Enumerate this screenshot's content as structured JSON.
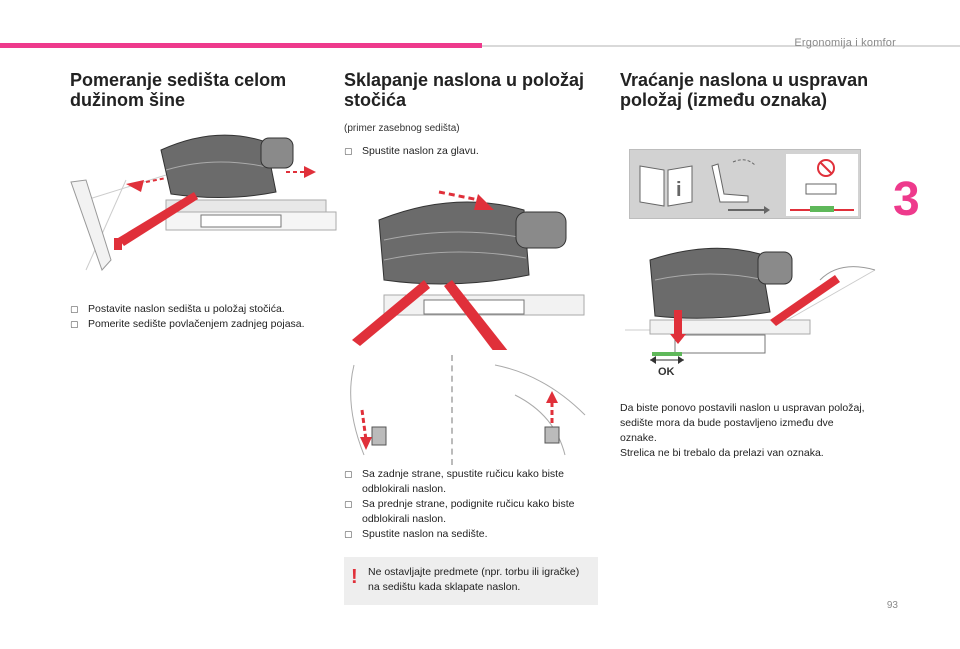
{
  "header": {
    "section_label": "Ergonomija i komfor",
    "chapter_number": "3",
    "page_number": "93"
  },
  "colors": {
    "accent": "#ee3a8c",
    "arrow_red": "#e0303a",
    "indicator_green": "#5fb85a"
  },
  "col1": {
    "title": "Pomeranje sedišta celom dužinom šine",
    "bullets": [
      "Postavite naslon sedišta u položaj stočića.",
      "Pomerite sedište povlačenjem zadnjeg pojasa."
    ]
  },
  "col2": {
    "title": "Sklapanje naslona u položaj stočića",
    "intro": "(primer zasebnog sedišta)",
    "bullets_top": [
      "Spustite naslon za glavu."
    ],
    "bullets_bottom": [
      "Sa zadnje strane, spustite ručicu kako biste odblokirali naslon.",
      "Sa prednje strane, podignite ručicu kako biste odblokirali naslon.",
      "Spustite naslon na sedište."
    ],
    "warning": "Ne ostavljajte predmete (npr. torbu ili igračke) na sedištu kada sklapate naslon."
  },
  "col3": {
    "title": "Vraćanje naslona u uspravan položaj (između oznaka)",
    "ok_label": "OK",
    "paragraph_1": "Da biste ponovo postavili naslon u uspravan položaj, sedište mora da bude postavljeno između dve oznake.",
    "paragraph_2": "Strelica ne bi trebalo da prelazi van oznaka."
  },
  "icons": {
    "bullet": "checkbox-bullet-icon",
    "warning": "exclamation-icon",
    "manual": "manual-book-icon",
    "seat_fold": "seat-fold-icon",
    "seat_marks": "seat-marks-icon"
  }
}
